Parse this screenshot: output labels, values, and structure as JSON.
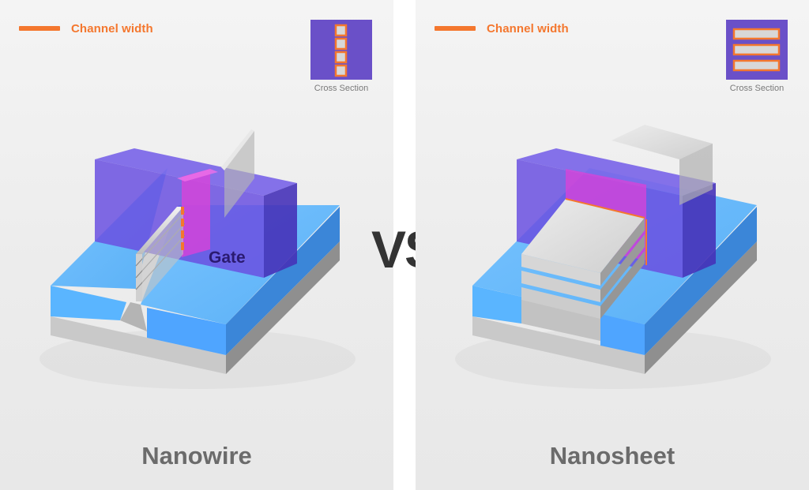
{
  "colors": {
    "channel_width": "#f4772e",
    "gate": "#6a50e0",
    "gate_highlight": "#e040d8",
    "oxide": "#5aaef5",
    "substrate": "#c8c8c8",
    "title_text": "#6b6b6b",
    "vs_text": "#333333"
  },
  "left": {
    "legend_label": "Channel width",
    "cross_section_caption": "Cross Section",
    "gate_label": "Gate",
    "title": "Nanowire"
  },
  "right": {
    "legend_label": "Channel width",
    "cross_section_caption": "Cross Section",
    "title": "Nanosheet"
  },
  "vs_label": "VS"
}
